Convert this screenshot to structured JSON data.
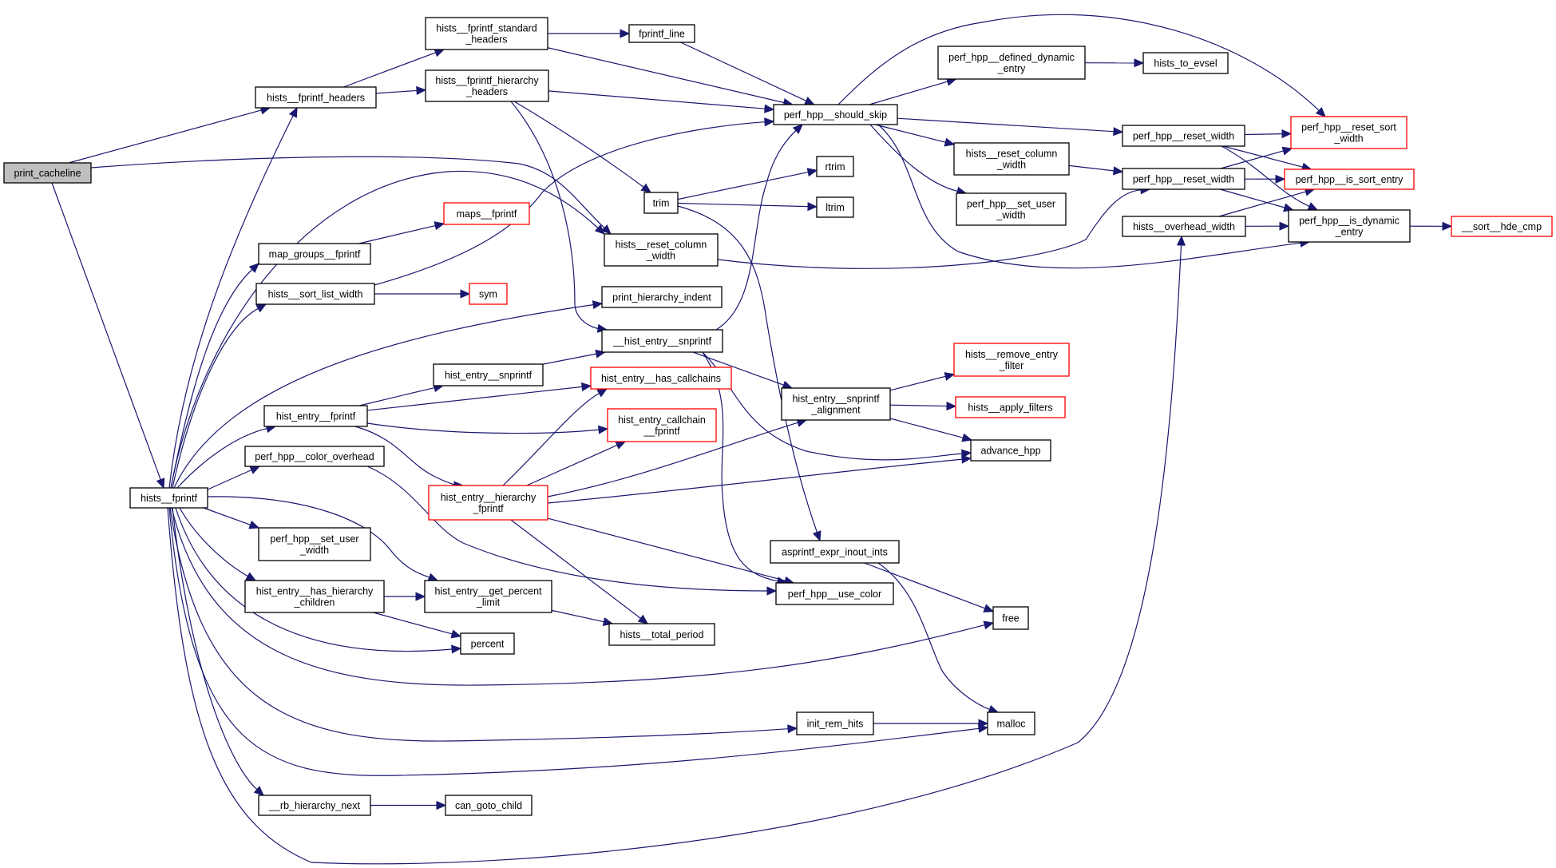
{
  "diagram": {
    "type": "call-graph",
    "root": "print_cacheline",
    "colors": {
      "edge": "#191970",
      "node_border": "#000000",
      "truncated_border": "#ff0000",
      "root_fill": "#bfbfbf",
      "node_fill": "#ffffff"
    },
    "nodes": [
      {
        "id": "print_cacheline",
        "lines": [
          "print_cacheline"
        ],
        "kind": "root"
      },
      {
        "id": "hists__fprintf_headers",
        "lines": [
          "hists__fprintf_headers"
        ],
        "kind": "normal"
      },
      {
        "id": "hists__fprintf_standard_headers",
        "lines": [
          "hists__fprintf_standard",
          "_headers"
        ],
        "kind": "normal"
      },
      {
        "id": "hists__fprintf_hierarchy_headers",
        "lines": [
          "hists__fprintf_hierarchy",
          "_headers"
        ],
        "kind": "normal"
      },
      {
        "id": "fprintf_line",
        "lines": [
          "fprintf_line"
        ],
        "kind": "normal"
      },
      {
        "id": "perf_hpp__should_skip",
        "lines": [
          "perf_hpp__should_skip"
        ],
        "kind": "normal"
      },
      {
        "id": "perf_hpp__defined_dynamic_entry",
        "lines": [
          "perf_hpp__defined_dynamic",
          "_entry"
        ],
        "kind": "normal"
      },
      {
        "id": "hists_to_evsel",
        "lines": [
          "hists_to_evsel"
        ],
        "kind": "normal"
      },
      {
        "id": "perf_hpp__reset_sort_width",
        "lines": [
          "perf_hpp__reset_sort",
          "_width"
        ],
        "kind": "truncated"
      },
      {
        "id": "perf_hpp__reset_width_1",
        "lines": [
          "perf_hpp__reset_width"
        ],
        "kind": "normal"
      },
      {
        "id": "hists__reset_column_width_1",
        "lines": [
          "hists__reset_column",
          "_width"
        ],
        "kind": "normal"
      },
      {
        "id": "perf_hpp__reset_width_2",
        "lines": [
          "perf_hpp__reset_width"
        ],
        "kind": "normal"
      },
      {
        "id": "perf_hpp__is_sort_entry",
        "lines": [
          "perf_hpp__is_sort_entry"
        ],
        "kind": "truncated"
      },
      {
        "id": "rtrim",
        "lines": [
          "rtrim"
        ],
        "kind": "normal"
      },
      {
        "id": "ltrim",
        "lines": [
          "ltrim"
        ],
        "kind": "normal"
      },
      {
        "id": "trim",
        "lines": [
          "trim"
        ],
        "kind": "normal"
      },
      {
        "id": "maps__fprintf",
        "lines": [
          "maps__fprintf"
        ],
        "kind": "truncated"
      },
      {
        "id": "perf_hpp__set_user_width_1",
        "lines": [
          "perf_hpp__set_user",
          "_width"
        ],
        "kind": "normal"
      },
      {
        "id": "hists__overhead_width",
        "lines": [
          "hists__overhead_width"
        ],
        "kind": "normal"
      },
      {
        "id": "perf_hpp__is_dynamic_entry",
        "lines": [
          "perf_hpp__is_dynamic",
          "_entry"
        ],
        "kind": "normal"
      },
      {
        "id": "__sort__hde_cmp",
        "lines": [
          "__sort__hde_cmp"
        ],
        "kind": "truncated"
      },
      {
        "id": "hists__reset_column_width_2",
        "lines": [
          "hists__reset_column",
          "_width"
        ],
        "kind": "normal"
      },
      {
        "id": "map_groups__fprintf",
        "lines": [
          "map_groups__fprintf"
        ],
        "kind": "normal"
      },
      {
        "id": "hists__sort_list_width",
        "lines": [
          "hists__sort_list_width"
        ],
        "kind": "normal"
      },
      {
        "id": "sym",
        "lines": [
          "sym"
        ],
        "kind": "truncated"
      },
      {
        "id": "print_hierarchy_indent",
        "lines": [
          "print_hierarchy_indent"
        ],
        "kind": "normal"
      },
      {
        "id": "__hist_entry__snprintf",
        "lines": [
          "__hist_entry__snprintf"
        ],
        "kind": "normal"
      },
      {
        "id": "hist_entry__snprintf",
        "lines": [
          "hist_entry__snprintf"
        ],
        "kind": "normal"
      },
      {
        "id": "hist_entry__has_callchains",
        "lines": [
          "hist_entry__has_callchains"
        ],
        "kind": "truncated"
      },
      {
        "id": "hists__remove_entry_filter",
        "lines": [
          "hists__remove_entry",
          "_filter"
        ],
        "kind": "truncated"
      },
      {
        "id": "hist_entry__snprintf_alignment",
        "lines": [
          "hist_entry__snprintf",
          "_alignment"
        ],
        "kind": "normal"
      },
      {
        "id": "hists__apply_filters",
        "lines": [
          "hists__apply_filters"
        ],
        "kind": "truncated"
      },
      {
        "id": "hist_entry__fprintf",
        "lines": [
          "hist_entry__fprintf"
        ],
        "kind": "normal"
      },
      {
        "id": "hist_entry_callchain__fprintf",
        "lines": [
          "hist_entry_callchain",
          "__fprintf"
        ],
        "kind": "truncated"
      },
      {
        "id": "advance_hpp",
        "lines": [
          "advance_hpp"
        ],
        "kind": "normal"
      },
      {
        "id": "perf_hpp__color_overhead",
        "lines": [
          "perf_hpp__color_overhead"
        ],
        "kind": "normal"
      },
      {
        "id": "hist_entry__hierarchy_fprintf",
        "lines": [
          "hist_entry__hierarchy",
          "_fprintf"
        ],
        "kind": "truncated"
      },
      {
        "id": "hists__fprintf",
        "lines": [
          "hists__fprintf"
        ],
        "kind": "normal"
      },
      {
        "id": "perf_hpp__set_user_width_2",
        "lines": [
          "perf_hpp__set_user",
          "_width"
        ],
        "kind": "normal"
      },
      {
        "id": "asprintf_expr_inout_ints",
        "lines": [
          "asprintf_expr_inout_ints"
        ],
        "kind": "normal"
      },
      {
        "id": "hist_entry__has_hierarchy_children",
        "lines": [
          "hist_entry__has_hierarchy",
          "_children"
        ],
        "kind": "normal"
      },
      {
        "id": "hist_entry__get_percent_limit",
        "lines": [
          "hist_entry__get_percent",
          "_limit"
        ],
        "kind": "normal"
      },
      {
        "id": "perf_hpp__use_color",
        "lines": [
          "perf_hpp__use_color"
        ],
        "kind": "normal"
      },
      {
        "id": "free",
        "lines": [
          "free"
        ],
        "kind": "normal"
      },
      {
        "id": "hists__total_period",
        "lines": [
          "hists__total_period"
        ],
        "kind": "normal"
      },
      {
        "id": "percent",
        "lines": [
          "percent"
        ],
        "kind": "normal"
      },
      {
        "id": "init_rem_hits",
        "lines": [
          "init_rem_hits"
        ],
        "kind": "normal"
      },
      {
        "id": "malloc",
        "lines": [
          "malloc"
        ],
        "kind": "normal"
      },
      {
        "id": "__rb_hierarchy_next",
        "lines": [
          "__rb_hierarchy_next"
        ],
        "kind": "normal"
      },
      {
        "id": "can_goto_child",
        "lines": [
          "can_goto_child"
        ],
        "kind": "normal"
      }
    ],
    "edges": [
      [
        "print_cacheline",
        "hists__fprintf_headers"
      ],
      [
        "print_cacheline",
        "hists__reset_column_width_2"
      ],
      [
        "print_cacheline",
        "hists__fprintf"
      ],
      [
        "hists__fprintf_headers",
        "hists__fprintf_standard_headers"
      ],
      [
        "hists__fprintf_headers",
        "hists__fprintf_hierarchy_headers"
      ],
      [
        "hists__fprintf_standard_headers",
        "fprintf_line"
      ],
      [
        "hists__fprintf_standard_headers",
        "perf_hpp__should_skip"
      ],
      [
        "fprintf_line",
        "perf_hpp__should_skip"
      ],
      [
        "hists__fprintf_hierarchy_headers",
        "perf_hpp__should_skip"
      ],
      [
        "hists__fprintf_hierarchy_headers",
        "trim"
      ],
      [
        "hists__fprintf_hierarchy_headers",
        "__hist_entry__snprintf"
      ],
      [
        "perf_hpp__should_skip",
        "perf_hpp__defined_dynamic_entry"
      ],
      [
        "perf_hpp__should_skip",
        "perf_hpp__reset_sort_width"
      ],
      [
        "perf_hpp__should_skip",
        "perf_hpp__reset_width_1"
      ],
      [
        "perf_hpp__should_skip",
        "hists__reset_column_width_1"
      ],
      [
        "perf_hpp__should_skip",
        "perf_hpp__set_user_width_1"
      ],
      [
        "perf_hpp__should_skip",
        "perf_hpp__is_dynamic_entry"
      ],
      [
        "perf_hpp__defined_dynamic_entry",
        "hists_to_evsel"
      ],
      [
        "perf_hpp__reset_width_1",
        "perf_hpp__reset_sort_width"
      ],
      [
        "perf_hpp__reset_width_1",
        "perf_hpp__is_sort_entry"
      ],
      [
        "perf_hpp__reset_width_1",
        "perf_hpp__is_dynamic_entry"
      ],
      [
        "hists__reset_column_width_1",
        "perf_hpp__reset_width_2"
      ],
      [
        "perf_hpp__reset_width_2",
        "perf_hpp__reset_sort_width"
      ],
      [
        "perf_hpp__reset_width_2",
        "perf_hpp__is_sort_entry"
      ],
      [
        "perf_hpp__reset_width_2",
        "perf_hpp__is_dynamic_entry"
      ],
      [
        "hists__overhead_width",
        "perf_hpp__is_sort_entry"
      ],
      [
        "hists__overhead_width",
        "perf_hpp__is_dynamic_entry"
      ],
      [
        "perf_hpp__is_dynamic_entry",
        "__sort__hde_cmp"
      ],
      [
        "trim",
        "rtrim"
      ],
      [
        "trim",
        "ltrim"
      ],
      [
        "trim",
        "asprintf_expr_inout_ints"
      ],
      [
        "hists__reset_column_width_2",
        "perf_hpp__reset_width_2"
      ],
      [
        "map_groups__fprintf",
        "maps__fprintf"
      ],
      [
        "hists__sort_list_width",
        "sym"
      ],
      [
        "hists__sort_list_width",
        "perf_hpp__should_skip"
      ],
      [
        "__hist_entry__snprintf",
        "perf_hpp__should_skip"
      ],
      [
        "__hist_entry__snprintf",
        "hist_entry__snprintf_alignment"
      ],
      [
        "__hist_entry__snprintf",
        "advance_hpp"
      ],
      [
        "__hist_entry__snprintf",
        "perf_hpp__use_color"
      ],
      [
        "hist_entry__snprintf",
        "__hist_entry__snprintf"
      ],
      [
        "hist_entry__snprintf_alignment",
        "hists__remove_entry_filter"
      ],
      [
        "hist_entry__snprintf_alignment",
        "hists__apply_filters"
      ],
      [
        "hist_entry__snprintf_alignment",
        "advance_hpp"
      ],
      [
        "hist_entry__fprintf",
        "hist_entry__snprintf"
      ],
      [
        "hist_entry__fprintf",
        "hist_entry__has_callchains"
      ],
      [
        "hist_entry__fprintf",
        "hist_entry_callchain__fprintf"
      ],
      [
        "hist_entry__fprintf",
        "hist_entry__hierarchy_fprintf"
      ],
      [
        "perf_hpp__color_overhead",
        "perf_hpp__use_color"
      ],
      [
        "hist_entry__hierarchy_fprintf",
        "hist_entry__has_callchains"
      ],
      [
        "hist_entry__hierarchy_fprintf",
        "hist_entry_callchain__fprintf"
      ],
      [
        "hist_entry__hierarchy_fprintf",
        "hist_entry__snprintf_alignment"
      ],
      [
        "hist_entry__hierarchy_fprintf",
        "advance_hpp"
      ],
      [
        "hist_entry__hierarchy_fprintf",
        "perf_hpp__use_color"
      ],
      [
        "hist_entry__hierarchy_fprintf",
        "hists__total_period"
      ],
      [
        "hists__fprintf",
        "hists__fprintf_headers"
      ],
      [
        "hists__fprintf",
        "map_groups__fprintf"
      ],
      [
        "hists__fprintf",
        "hists__sort_list_width"
      ],
      [
        "hists__fprintf",
        "hists__reset_column_width_2"
      ],
      [
        "hists__fprintf",
        "print_hierarchy_indent"
      ],
      [
        "hists__fprintf",
        "hist_entry__fprintf"
      ],
      [
        "hists__fprintf",
        "perf_hpp__color_overhead"
      ],
      [
        "hists__fprintf",
        "perf_hpp__set_user_width_2"
      ],
      [
        "hists__fprintf",
        "hist_entry__has_hierarchy_children"
      ],
      [
        "hists__fprintf",
        "hist_entry__get_percent_limit"
      ],
      [
        "hists__fprintf",
        "percent"
      ],
      [
        "hists__fprintf",
        "free"
      ],
      [
        "hists__fprintf",
        "init_rem_hits"
      ],
      [
        "hists__fprintf",
        "malloc"
      ],
      [
        "hists__fprintf",
        "__rb_hierarchy_next"
      ],
      [
        "hists__fprintf",
        "hists__overhead_width"
      ],
      [
        "hist_entry__has_hierarchy_children",
        "hist_entry__get_percent_limit"
      ],
      [
        "hist_entry__has_hierarchy_children",
        "percent"
      ],
      [
        "hist_entry__get_percent_limit",
        "hists__total_period"
      ],
      [
        "asprintf_expr_inout_ints",
        "free"
      ],
      [
        "asprintf_expr_inout_ints",
        "malloc"
      ],
      [
        "init_rem_hits",
        "malloc"
      ],
      [
        "__rb_hierarchy_next",
        "can_goto_child"
      ],
      [
        "hists__sort_list_width",
        "perf_hpp__should_skip"
      ]
    ]
  }
}
